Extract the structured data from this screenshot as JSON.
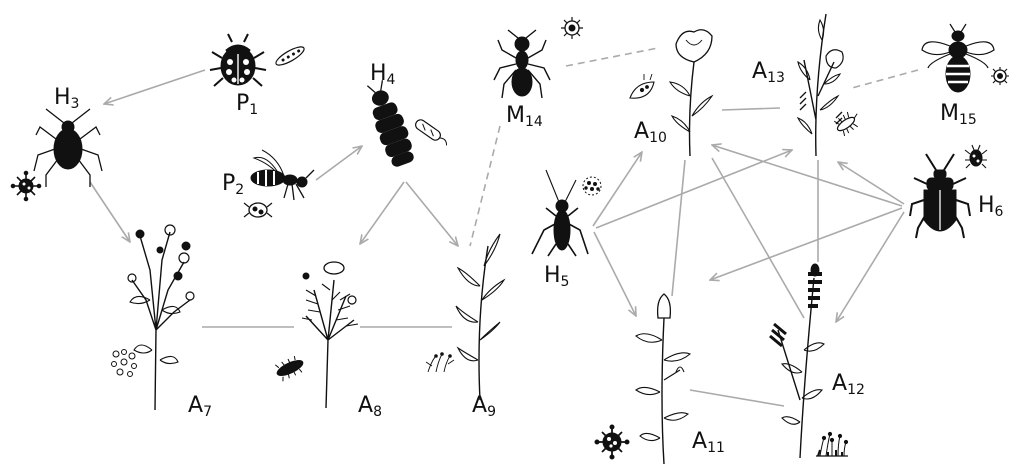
{
  "colors": {
    "ink": "#111111",
    "edge": "#aaaaaa"
  },
  "nodes": {
    "P1": {
      "letter": "P",
      "sub": "1",
      "icon": "ladybug-icon"
    },
    "P2": {
      "letter": "P",
      "sub": "2",
      "icon": "wasp-icon"
    },
    "H3": {
      "letter": "H",
      "sub": "3",
      "icon": "aphid-icon"
    },
    "H4": {
      "letter": "H",
      "sub": "4",
      "icon": "larva-icon"
    },
    "H5": {
      "letter": "H",
      "sub": "5",
      "icon": "cricket-icon"
    },
    "H6": {
      "letter": "H",
      "sub": "6",
      "icon": "beetle-icon"
    },
    "A7": {
      "letter": "A",
      "sub": "7",
      "icon": "wildflower-bouquet-icon"
    },
    "A8": {
      "letter": "A",
      "sub": "8",
      "icon": "yarrow-bouquet-icon"
    },
    "A9": {
      "letter": "A",
      "sub": "9",
      "icon": "leafy-stem-icon"
    },
    "A10": {
      "letter": "A",
      "sub": "10",
      "icon": "poppy-icon"
    },
    "A11": {
      "letter": "A",
      "sub": "11",
      "icon": "tulip-bud-icon"
    },
    "A12": {
      "letter": "A",
      "sub": "12",
      "icon": "lavender-icon"
    },
    "A13": {
      "letter": "A",
      "sub": "13",
      "icon": "flowering-branch-icon"
    },
    "M14": {
      "letter": "M",
      "sub": "14",
      "icon": "ant-icon"
    },
    "M15": {
      "letter": "M",
      "sub": "15",
      "icon": "bee-icon"
    }
  },
  "edges": [
    {
      "from": "P1",
      "to": "H3",
      "kind": "arrow"
    },
    {
      "from": "P2",
      "to": "H4",
      "kind": "arrow"
    },
    {
      "from": "H3",
      "to": "A7",
      "kind": "arrow"
    },
    {
      "from": "H4",
      "to": "A8",
      "kind": "arrow"
    },
    {
      "from": "H4",
      "to": "A9",
      "kind": "arrow"
    },
    {
      "from": "A7",
      "to": "A8",
      "kind": "line"
    },
    {
      "from": "A8",
      "to": "A9",
      "kind": "line"
    },
    {
      "from": "M14",
      "to": "A9",
      "kind": "dashed"
    },
    {
      "from": "M14",
      "to": "A10",
      "kind": "dashed"
    },
    {
      "from": "M15",
      "to": "A13",
      "kind": "dashed"
    },
    {
      "from": "H5",
      "to": "A10",
      "kind": "arrow"
    },
    {
      "from": "H5",
      "to": "A13",
      "kind": "arrow"
    },
    {
      "from": "H5",
      "to": "A11",
      "kind": "arrow"
    },
    {
      "from": "H6",
      "to": "A10",
      "kind": "arrow"
    },
    {
      "from": "H6",
      "to": "A13",
      "kind": "arrow"
    },
    {
      "from": "H6",
      "to": "A11",
      "kind": "arrow"
    },
    {
      "from": "H6",
      "to": "A12",
      "kind": "arrow"
    },
    {
      "from": "A10",
      "to": "A13",
      "kind": "line"
    },
    {
      "from": "A10",
      "to": "A11",
      "kind": "line"
    },
    {
      "from": "A10",
      "to": "A12",
      "kind": "line"
    },
    {
      "from": "A13",
      "to": "A12",
      "kind": "line"
    },
    {
      "from": "A11",
      "to": "A12",
      "kind": "line"
    }
  ],
  "small_icons": [
    "virus-icon",
    "bacteria-icon",
    "fungus-icon",
    "nematode-icon",
    "mite-icon",
    "spore-cluster-icon",
    "leaf-spot-icon"
  ]
}
